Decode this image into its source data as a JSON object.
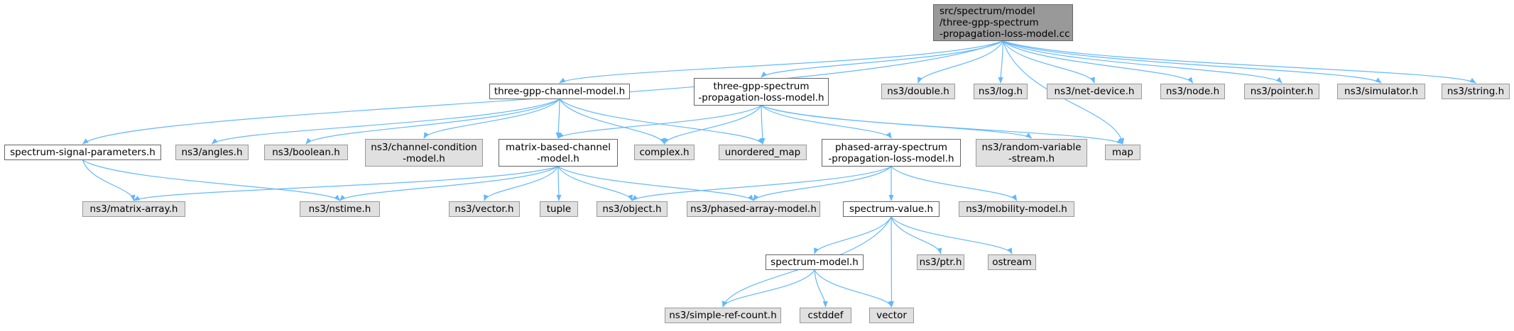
{
  "diagram": {
    "edge_color": "#63b8ff",
    "nodes": [
      {
        "id": "root",
        "lines": [
          "src/spectrum/model",
          "/three-gpp-spectrum",
          "-propagation-loss-model.cc"
        ],
        "style": "root"
      },
      {
        "id": "tgcm",
        "lines": [
          "three-gpp-channel-model.h"
        ],
        "style": "white"
      },
      {
        "id": "tgsplm",
        "lines": [
          "three-gpp-spectrum",
          "-propagation-loss-model.h"
        ],
        "style": "white"
      },
      {
        "id": "double",
        "lines": [
          "ns3/double.h"
        ],
        "style": "gray"
      },
      {
        "id": "log",
        "lines": [
          "ns3/log.h"
        ],
        "style": "gray"
      },
      {
        "id": "netdevice",
        "lines": [
          "ns3/net-device.h"
        ],
        "style": "gray"
      },
      {
        "id": "node",
        "lines": [
          "ns3/node.h"
        ],
        "style": "gray"
      },
      {
        "id": "pointer",
        "lines": [
          "ns3/pointer.h"
        ],
        "style": "gray"
      },
      {
        "id": "simulator",
        "lines": [
          "ns3/simulator.h"
        ],
        "style": "gray"
      },
      {
        "id": "string",
        "lines": [
          "ns3/string.h"
        ],
        "style": "gray"
      },
      {
        "id": "ssp",
        "lines": [
          "spectrum-signal-parameters.h"
        ],
        "style": "white"
      },
      {
        "id": "angles",
        "lines": [
          "ns3/angles.h"
        ],
        "style": "gray"
      },
      {
        "id": "boolean",
        "lines": [
          "ns3/boolean.h"
        ],
        "style": "gray"
      },
      {
        "id": "chancond",
        "lines": [
          "ns3/channel-condition",
          "-model.h"
        ],
        "style": "gray"
      },
      {
        "id": "mbcm",
        "lines": [
          "matrix-based-channel",
          "-model.h"
        ],
        "style": "white"
      },
      {
        "id": "complex",
        "lines": [
          "complex.h"
        ],
        "style": "gray"
      },
      {
        "id": "unordered",
        "lines": [
          "unordered_map"
        ],
        "style": "gray"
      },
      {
        "id": "paspl",
        "lines": [
          "phased-array-spectrum",
          "-propagation-loss-model.h"
        ],
        "style": "white"
      },
      {
        "id": "randvar",
        "lines": [
          "ns3/random-variable",
          "-stream.h"
        ],
        "style": "gray"
      },
      {
        "id": "map",
        "lines": [
          "map"
        ],
        "style": "gray"
      },
      {
        "id": "matrix",
        "lines": [
          "ns3/matrix-array.h"
        ],
        "style": "gray"
      },
      {
        "id": "nstime",
        "lines": [
          "ns3/nstime.h"
        ],
        "style": "gray"
      },
      {
        "id": "vector3",
        "lines": [
          "ns3/vector.h"
        ],
        "style": "gray"
      },
      {
        "id": "tuple",
        "lines": [
          "tuple"
        ],
        "style": "gray"
      },
      {
        "id": "object",
        "lines": [
          "ns3/object.h"
        ],
        "style": "gray"
      },
      {
        "id": "pam",
        "lines": [
          "ns3/phased-array-model.h"
        ],
        "style": "gray"
      },
      {
        "id": "mobility",
        "lines": [
          "ns3/mobility-model.h"
        ],
        "style": "gray"
      },
      {
        "id": "spval",
        "lines": [
          "spectrum-value.h"
        ],
        "style": "white"
      },
      {
        "id": "spmodel",
        "lines": [
          "spectrum-model.h"
        ],
        "style": "white"
      },
      {
        "id": "ptr",
        "lines": [
          "ns3/ptr.h"
        ],
        "style": "gray"
      },
      {
        "id": "ostream",
        "lines": [
          "ostream"
        ],
        "style": "gray"
      },
      {
        "id": "simpleref",
        "lines": [
          "ns3/simple-ref-count.h"
        ],
        "style": "gray"
      },
      {
        "id": "cstddef",
        "lines": [
          "cstddef"
        ],
        "style": "gray"
      },
      {
        "id": "vector",
        "lines": [
          "vector"
        ],
        "style": "gray"
      }
    ],
    "edges": [
      [
        "root",
        "tgcm"
      ],
      [
        "root",
        "tgsplm"
      ],
      [
        "root",
        "double"
      ],
      [
        "root",
        "log"
      ],
      [
        "root",
        "netdevice"
      ],
      [
        "root",
        "node"
      ],
      [
        "root",
        "pointer"
      ],
      [
        "root",
        "simulator"
      ],
      [
        "root",
        "string"
      ],
      [
        "root",
        "ssp"
      ],
      [
        "root",
        "map"
      ],
      [
        "tgcm",
        "angles"
      ],
      [
        "tgcm",
        "boolean"
      ],
      [
        "tgcm",
        "chancond"
      ],
      [
        "tgcm",
        "mbcm"
      ],
      [
        "tgcm",
        "complex"
      ],
      [
        "tgcm",
        "unordered"
      ],
      [
        "tgsplm",
        "mbcm"
      ],
      [
        "tgsplm",
        "complex"
      ],
      [
        "tgsplm",
        "unordered"
      ],
      [
        "tgsplm",
        "paspl"
      ],
      [
        "tgsplm",
        "randvar"
      ],
      [
        "tgsplm",
        "map"
      ],
      [
        "ssp",
        "matrix"
      ],
      [
        "ssp",
        "nstime"
      ],
      [
        "mbcm",
        "matrix"
      ],
      [
        "mbcm",
        "nstime"
      ],
      [
        "mbcm",
        "vector3"
      ],
      [
        "mbcm",
        "tuple"
      ],
      [
        "mbcm",
        "object"
      ],
      [
        "mbcm",
        "pam"
      ],
      [
        "paspl",
        "object"
      ],
      [
        "paspl",
        "pam"
      ],
      [
        "paspl",
        "spval"
      ],
      [
        "paspl",
        "mobility"
      ],
      [
        "spval",
        "spmodel"
      ],
      [
        "spval",
        "ptr"
      ],
      [
        "spval",
        "ostream"
      ],
      [
        "spval",
        "simpleref"
      ],
      [
        "spval",
        "vector"
      ],
      [
        "spmodel",
        "simpleref"
      ],
      [
        "spmodel",
        "cstddef"
      ],
      [
        "spmodel",
        "vector"
      ]
    ]
  }
}
